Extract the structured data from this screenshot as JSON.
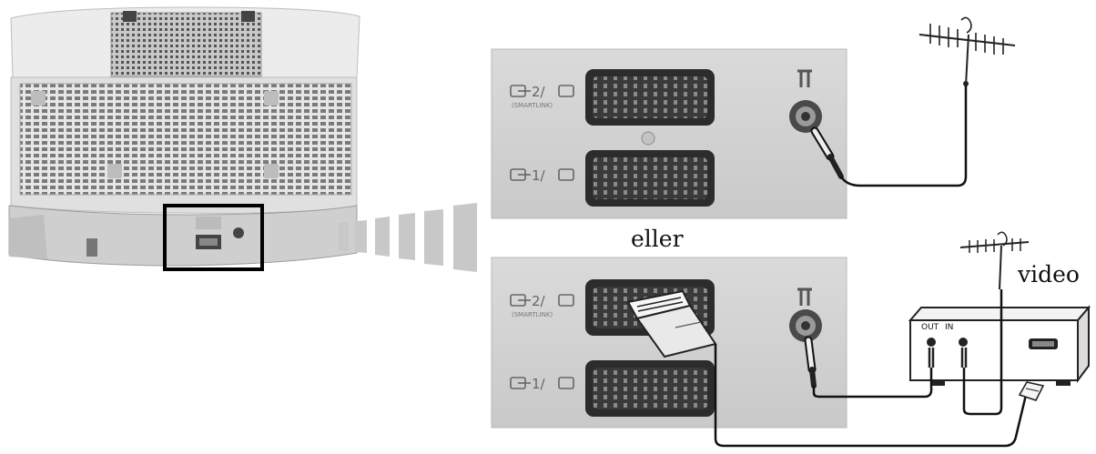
{
  "labels": {
    "alternative": "eller",
    "device": "video"
  },
  "panel_top": {
    "scart2_label": "2/",
    "scart2_sub": "(SMARTLINK)",
    "scart1_label": "1/"
  },
  "panel_bottom": {
    "scart2_label": "2/",
    "scart2_sub": "(SMARTLINK)",
    "scart1_label": "1/"
  },
  "vcr": {
    "out_label": "OUT",
    "in_label": "IN"
  },
  "icons": [
    "tv-back-icon",
    "scart-socket-icon",
    "antenna-jack-icon",
    "antenna-icon",
    "vcr-icon",
    "scart-plug-icon",
    "rf-plug-icon"
  ],
  "colors": {
    "panel": "#d4d4d4",
    "socket": "#3a3a3a",
    "cable": "#1a1a1a",
    "tv_body": "#e2e2e2"
  }
}
